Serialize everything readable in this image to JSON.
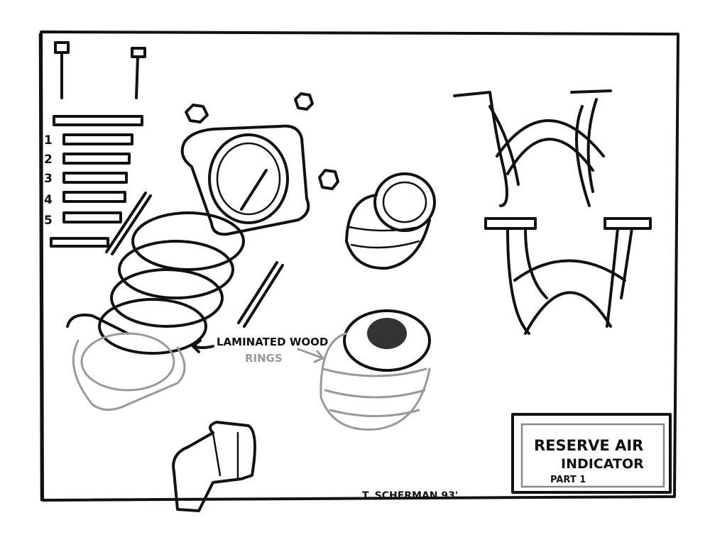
{
  "title_block": {
    "line1": "RESERVE AIR",
    "line2": "INDICATOR",
    "line3": "PART 1"
  },
  "annotation": {
    "line1": "LAMINATED WOOD",
    "line2": "RINGS"
  },
  "signature": "T. SCHERMAN 93'",
  "part_numbers": [
    "1",
    "2",
    "3",
    "4",
    "5"
  ]
}
